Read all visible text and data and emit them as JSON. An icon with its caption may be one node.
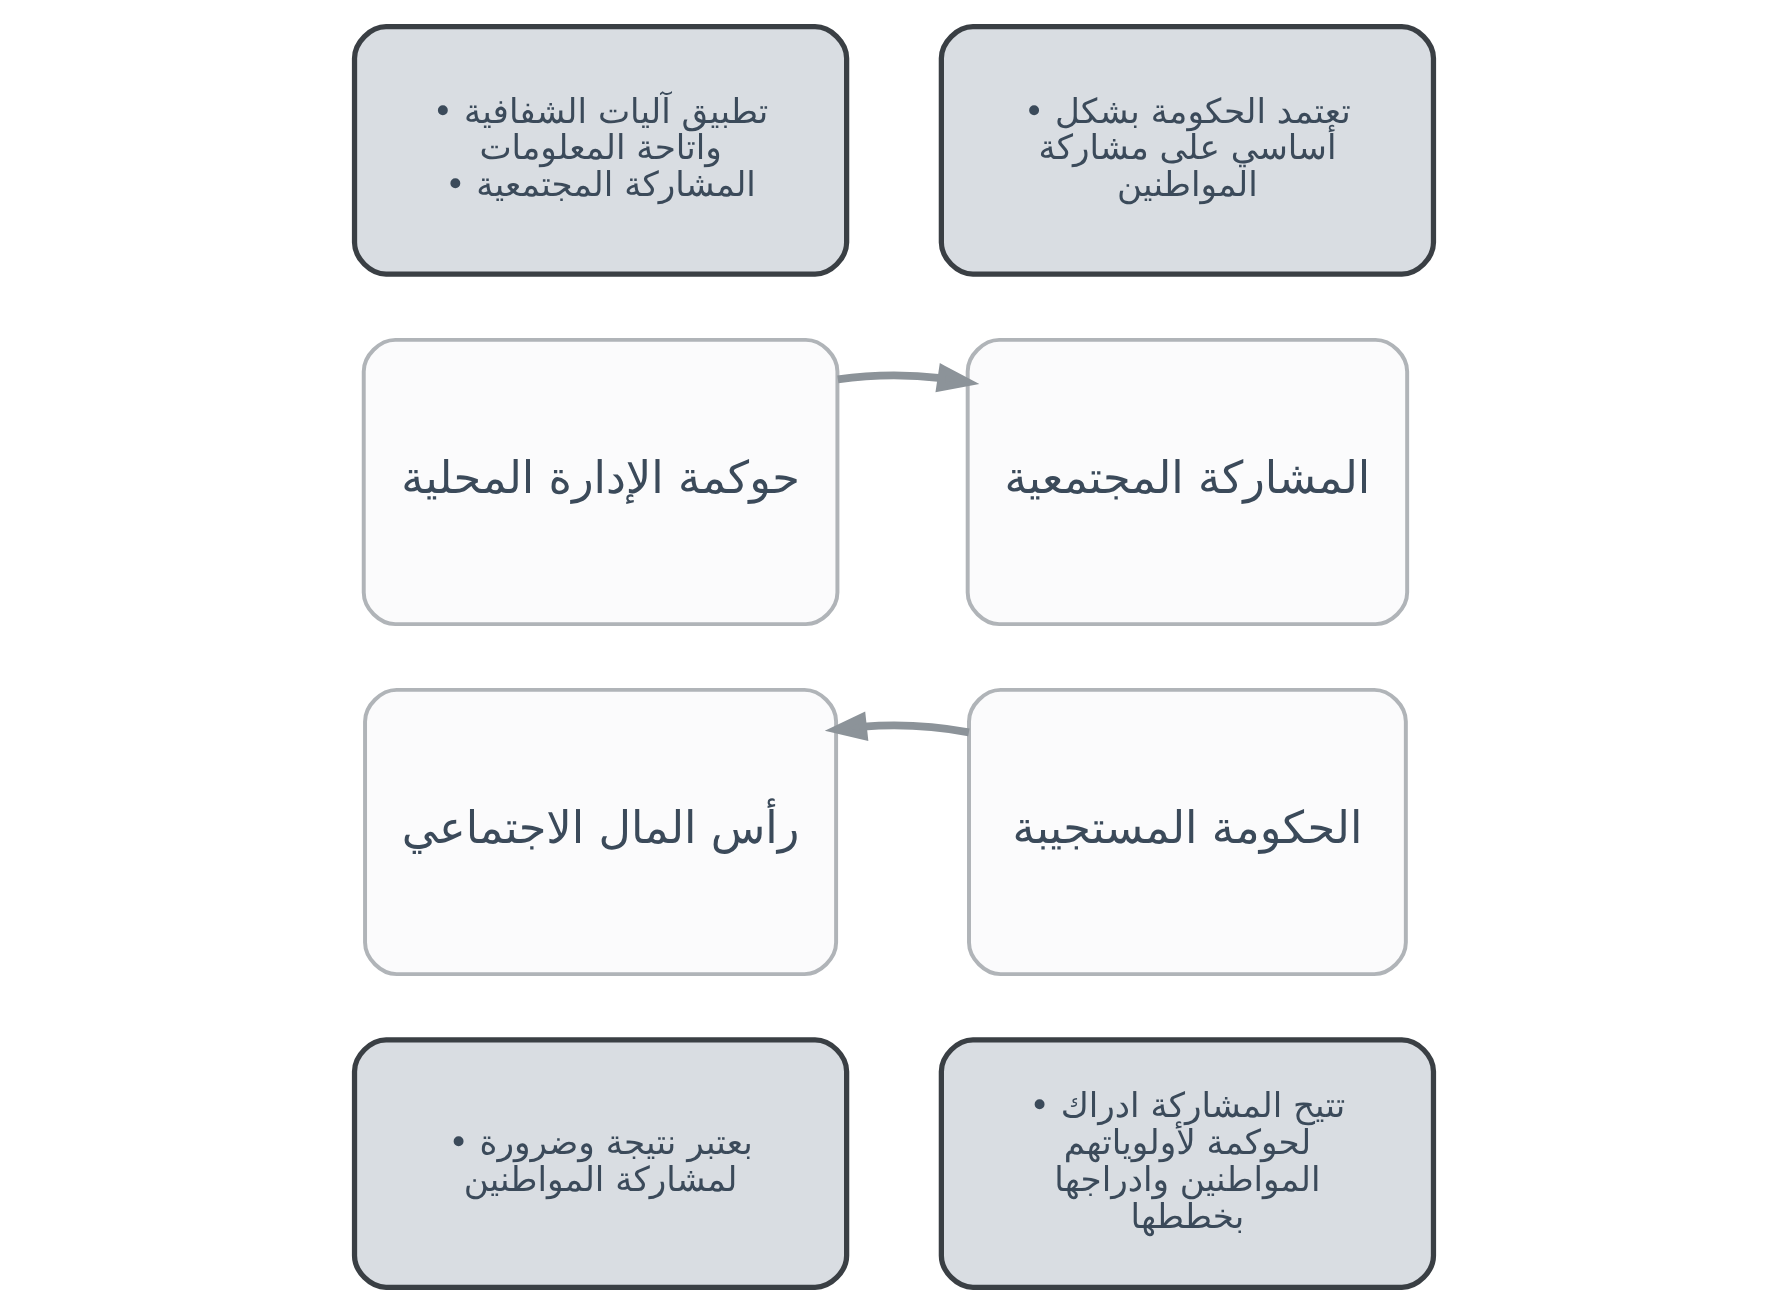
{
  "diagram": {
    "nodes": [
      {
        "text": [
          "• تعتمد الحكومة بشكل أساسي على مشاركة المواطنين"
        ]
      },
      {
        "text": [
          "• تطبيق آليات الشفافية واتاحة المعلومات",
          "• المشاركة المجتمعية"
        ]
      },
      {
        "text": [
          "المشاركة المجتمعية"
        ]
      },
      {
        "text": [
          "حوكمة الإدارة المحلية"
        ]
      },
      {
        "text": [
          "الحكومة المستجيبة"
        ]
      },
      {
        "text": [
          "رأس المال الاجتماعي"
        ]
      },
      {
        "text": [
          "• تتيح المشاركة ادراك لحوكمة لأولوياتهم المواطنين وادراجها بخططها"
        ]
      },
      {
        "text": [
          "• بعتبر نتيجة وضرورة لمشاركة المواطنين"
        ]
      }
    ],
    "edges": [
      {
        "from": 3,
        "to": 2,
        "arrow": "to",
        "color": "#8c9399"
      },
      {
        "from": 4,
        "to": 5,
        "arrow": "to",
        "color": "#8c9399"
      }
    ]
  }
}
